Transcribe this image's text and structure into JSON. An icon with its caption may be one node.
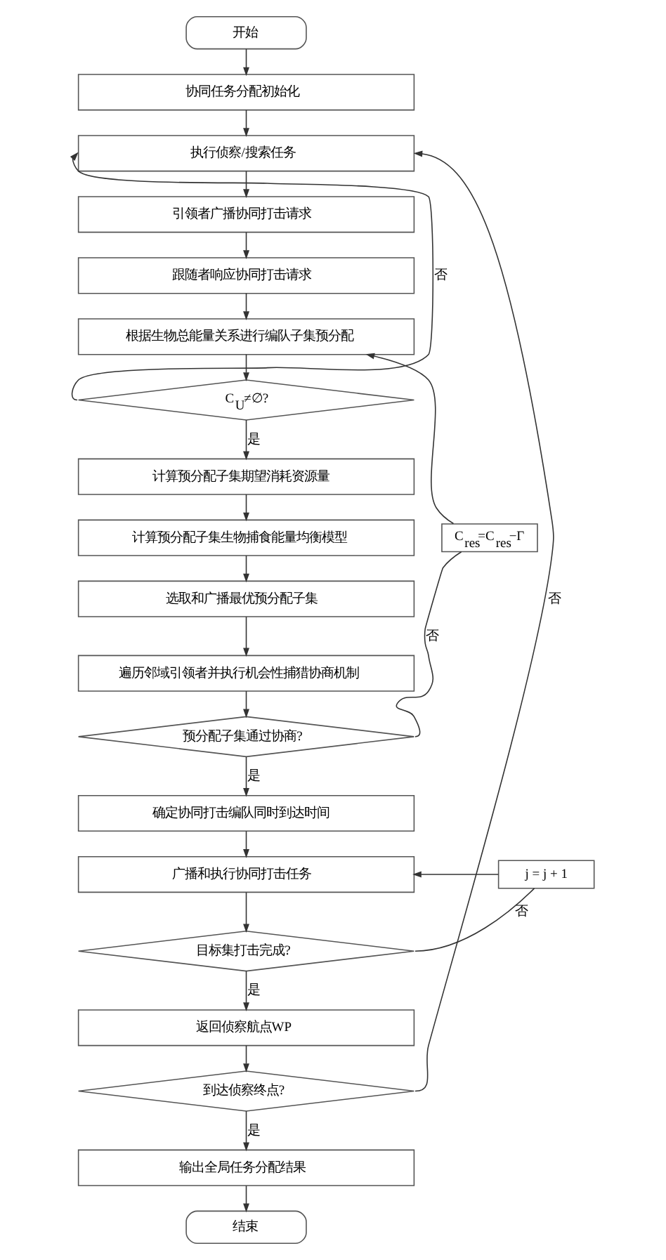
{
  "diagram": {
    "nodes": [
      {
        "text": [
          "开始"
        ]
      },
      {
        "text": [
          "协同任务分配初始化"
        ]
      },
      {
        "text": [
          "执行侦察/搜索任务"
        ]
      },
      {
        "text": [
          "引领者广播协同打击请求"
        ]
      },
      {
        "text": [
          "跟随者响应协同打击请求"
        ]
      },
      {
        "text": [
          "根据生物总能量关系进行编队子集预分配"
        ]
      },
      {
        "text": [
          "C$_{U}$≠∅?"
        ]
      },
      {
        "text": [
          "计算预分配子集期望消耗资源量"
        ]
      },
      {
        "text": [
          "计算预分配子集生物捕食能量均衡模型"
        ]
      },
      {
        "text": [
          "选取和广播最优预分配子集"
        ]
      },
      {
        "text": [
          "遍历邻域引领者并执行机会性捕猎协商机制"
        ]
      },
      {
        "text": [
          "预分配子集通过协商?"
        ]
      },
      {
        "text": [
          "C$_{res}$=C$_{res}$−Γ"
        ]
      },
      {
        "text": [
          "确定协同打击编队同时到达时间"
        ]
      },
      {
        "text": [
          "广播和执行协同打击任务"
        ]
      },
      {
        "text": [
          "目标集打击完成?"
        ]
      },
      {
        "text": [
          "j = j + 1"
        ]
      },
      {
        "text": [
          "返回侦察航点WP"
        ]
      },
      {
        "text": [
          "到达侦察终点?"
        ]
      },
      {
        "text": [
          "输出全局任务分配结果"
        ]
      },
      {
        "text": [
          "结束"
        ]
      }
    ],
    "edges": [
      {
        "from": 0,
        "to": 1,
        "arrow": "to"
      },
      {
        "from": 1,
        "to": 2,
        "arrow": "to"
      },
      {
        "from": 2,
        "to": 3,
        "arrow": "to"
      },
      {
        "from": 3,
        "to": 4,
        "arrow": "to"
      },
      {
        "from": 4,
        "to": 5,
        "arrow": "to"
      },
      {
        "from": 5,
        "to": 6,
        "arrow": "to"
      },
      {
        "from": 6,
        "to": 2,
        "arrow": "to",
        "label": "否"
      },
      {
        "from": 6,
        "to": 7,
        "arrow": "to",
        "label": "是"
      },
      {
        "from": 7,
        "to": 8,
        "arrow": "to"
      },
      {
        "from": 8,
        "to": 9,
        "arrow": "to"
      },
      {
        "from": 9,
        "to": 10,
        "arrow": "to"
      },
      {
        "from": 10,
        "to": 11,
        "arrow": "to"
      },
      {
        "from": 11,
        "to": 12,
        "arrow": "none",
        "label": "否"
      },
      {
        "from": 12,
        "to": 5,
        "arrow": "to"
      },
      {
        "from": 11,
        "to": 13,
        "arrow": "to",
        "label": "是"
      },
      {
        "from": 13,
        "to": 14,
        "arrow": "to"
      },
      {
        "from": 14,
        "to": 15,
        "arrow": "to"
      },
      {
        "from": 15,
        "to": 16,
        "arrow": "none",
        "label": "否"
      },
      {
        "from": 16,
        "to": 14,
        "arrow": "to"
      },
      {
        "from": 15,
        "to": 17,
        "arrow": "to",
        "label": "是"
      },
      {
        "from": 17,
        "to": 18,
        "arrow": "to"
      },
      {
        "from": 18,
        "to": 2,
        "arrow": "to",
        "label": "否"
      },
      {
        "from": 18,
        "to": 19,
        "arrow": "to",
        "label": "是"
      },
      {
        "from": 19,
        "to": 20,
        "arrow": "to"
      }
    ]
  }
}
